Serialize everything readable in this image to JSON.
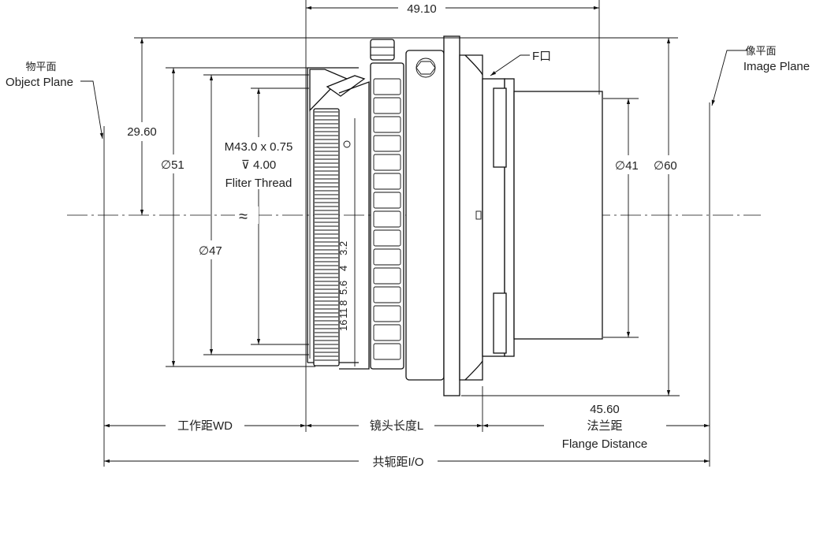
{
  "labels": {
    "object_plane_cn": "物平面",
    "object_plane_en": "Object Plane",
    "image_plane_cn": "像平面",
    "image_plane_en": "Image Plane",
    "f_mount": "F口",
    "thread_spec": "M43.0 x 0.75",
    "thread_depth": "4.00",
    "thread_depth_symbol": "⊽",
    "filter_thread": "Fliter Thread",
    "approx_symbol": "≈",
    "working_distance": "工作距WD",
    "lens_length": "镜头长度L",
    "flange_cn": "法兰距",
    "flange_en": "Flange Distance",
    "conjugate": "共轭距I/O"
  },
  "dimensions": {
    "overall_length": "49.10",
    "height_half": "29.60",
    "dia_51": "51",
    "dia_47": "47",
    "dia_41": "41",
    "dia_60": "60",
    "flange_distance": "45.60",
    "diameter_symbol": "∅"
  },
  "aperture_scale": [
    "16",
    "11",
    "8",
    "5.6",
    "4",
    "3.2"
  ],
  "colors": {
    "line": "#111111",
    "background": "#ffffff"
  }
}
